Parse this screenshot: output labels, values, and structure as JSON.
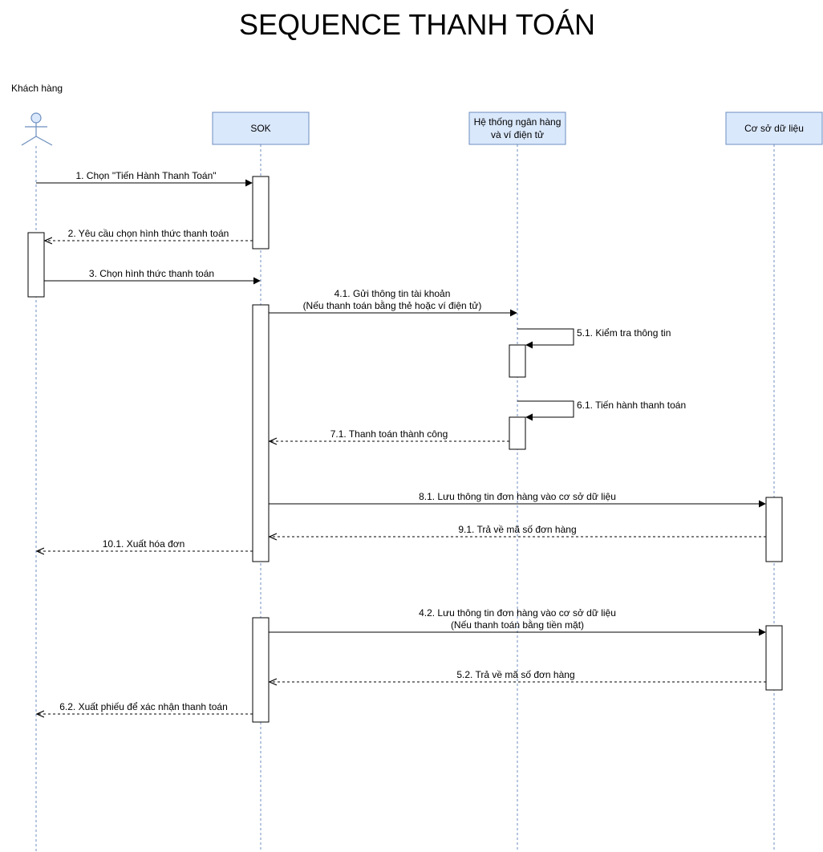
{
  "title": "SEQUENCE THANH TOÁN",
  "participants": {
    "customer": "Khách hàng",
    "sok": "SOK",
    "bank": [
      "Hệ thống ngân hàng",
      "và ví điện tử"
    ],
    "db": "Cơ sở dữ liệu"
  },
  "messages": [
    {
      "id": "m1",
      "label": [
        "1. Chọn \"Tiến Hành Thanh Toán\""
      ]
    },
    {
      "id": "m2",
      "label": [
        "2. Yêu cầu chọn hình thức thanh toán"
      ]
    },
    {
      "id": "m3",
      "label": [
        "3. Chọn hình thức thanh toán"
      ]
    },
    {
      "id": "m41",
      "label": [
        "4.1. Gửi thông tin tài khoản",
        "(Nếu thanh toán bằng thẻ hoặc ví điện tử)"
      ]
    },
    {
      "id": "m51",
      "label": [
        "5.1. Kiểm tra thông tin"
      ]
    },
    {
      "id": "m61",
      "label": [
        "6.1. Tiến hành thanh toán"
      ]
    },
    {
      "id": "m71",
      "label": [
        "7.1. Thanh toán thành công"
      ]
    },
    {
      "id": "m81",
      "label": [
        "8.1. Lưu thông tin đơn hàng vào cơ sở dữ liệu"
      ]
    },
    {
      "id": "m91",
      "label": [
        "9.1. Trả về mã số đơn hàng"
      ]
    },
    {
      "id": "m101",
      "label": [
        "10.1. Xuất hóa đơn"
      ]
    },
    {
      "id": "m42",
      "label": [
        "4.2. Lưu thông tin đơn hàng vào cơ sở dữ liệu",
        "(Nếu thanh toán bằng tiền mặt)"
      ]
    },
    {
      "id": "m52",
      "label": [
        "5.2. Trả về mã số đơn hàng"
      ]
    },
    {
      "id": "m62",
      "label": [
        "6.2. Xuất phiếu để xác nhận thanh toán"
      ]
    }
  ]
}
